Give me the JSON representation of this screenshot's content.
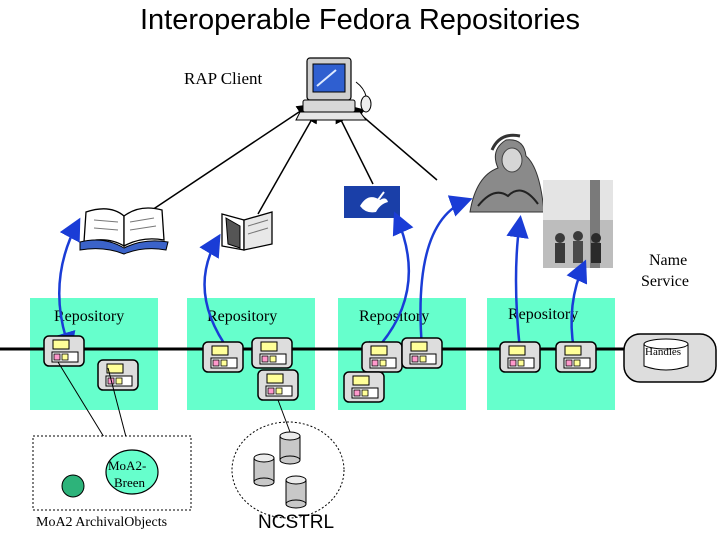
{
  "title": "Interoperable Fedora Repositories",
  "client_label": "RAP Client",
  "name_service_label_line1": "Name",
  "name_service_label_line2": "Service",
  "handles_label": "Handles",
  "repositories": [
    {
      "label": "Repository"
    },
    {
      "label": "Repository"
    },
    {
      "label": "Repository"
    },
    {
      "label": "Repository"
    }
  ],
  "moa2_breen_line1": "MoA2-",
  "moa2_breen_line2": "Breen",
  "moa2_archival_label": "MoA2 ArchivalObjects",
  "ncstrl_label": "NCSTRL",
  "icons": [
    "computer-icon",
    "open-book-icon",
    "book-icon",
    "bird-photo-icon",
    "portrait-photo-icon",
    "group-photo-icon",
    "database-icon"
  ],
  "colors": {
    "repository_fill": "#66ffcc",
    "curve_arrow": "#1a3cd6",
    "object_fill": "#dddddd",
    "object_tag": "#ffff99",
    "object_pink": "#ff99cc"
  }
}
